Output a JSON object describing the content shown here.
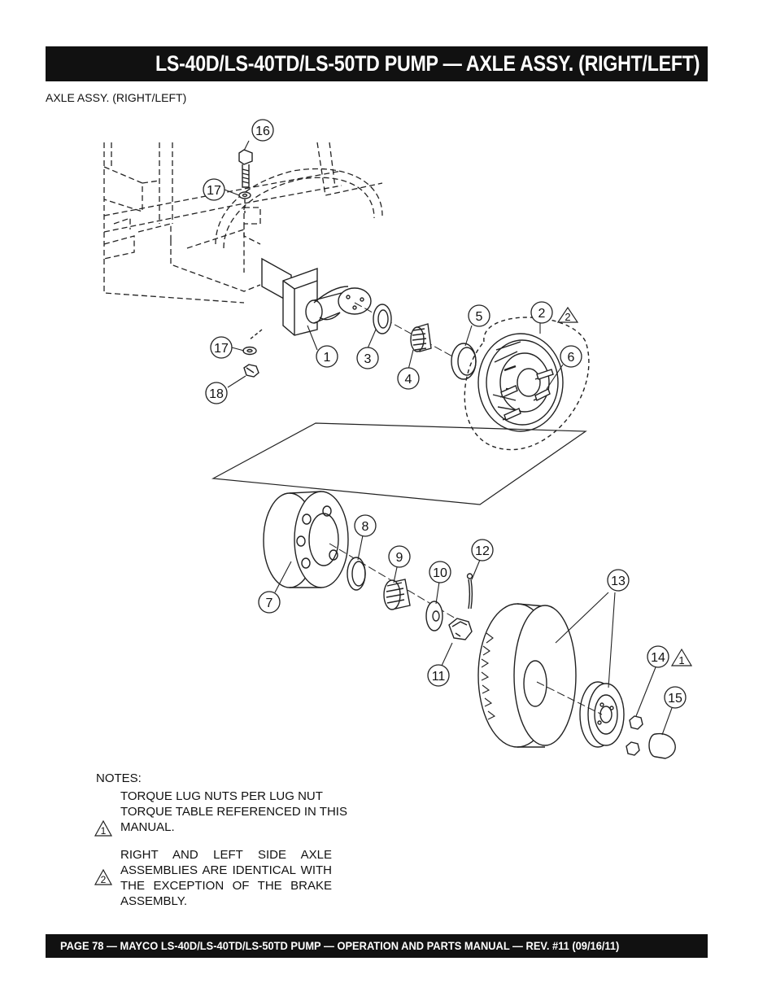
{
  "header": {
    "title": "LS-40D/LS-40TD/LS-50TD PUMP — AXLE ASSY. (RIGHT/LEFT)"
  },
  "figure": {
    "caption": "AXLE ASSY. (RIGHT/LEFT)",
    "callouts": {
      "c1": "1",
      "c2": "2",
      "c3": "3",
      "c4": "4",
      "c5": "5",
      "c6": "6",
      "c7": "7",
      "c8": "8",
      "c9": "9",
      "c10": "10",
      "c11": "11",
      "c12": "12",
      "c13": "13",
      "c14": "14",
      "c15": "15",
      "c16": "16",
      "c17a": "17",
      "c17b": "17",
      "c18": "18"
    },
    "flags": {
      "f2": "2",
      "f14": "1"
    }
  },
  "notes": {
    "heading": "NOTES:",
    "items": [
      {
        "marker": "1",
        "text": "TORQUE LUG NUTS PER LUG NUT TORQUE TABLE REFERENCED IN THIS MANUAL."
      },
      {
        "marker": "2",
        "text": "RIGHT AND LEFT SIDE AXLE ASSEMBLIES ARE IDENTICAL WITH THE EXCEPTION OF THE BRAKE ASSEMBLY."
      }
    ]
  },
  "footer": {
    "text": "PAGE 78 — MAYCO LS-40D/LS-40TD/LS-50TD PUMP — OPERATION AND PARTS MANUAL — REV. #11  (09/16/11)"
  }
}
